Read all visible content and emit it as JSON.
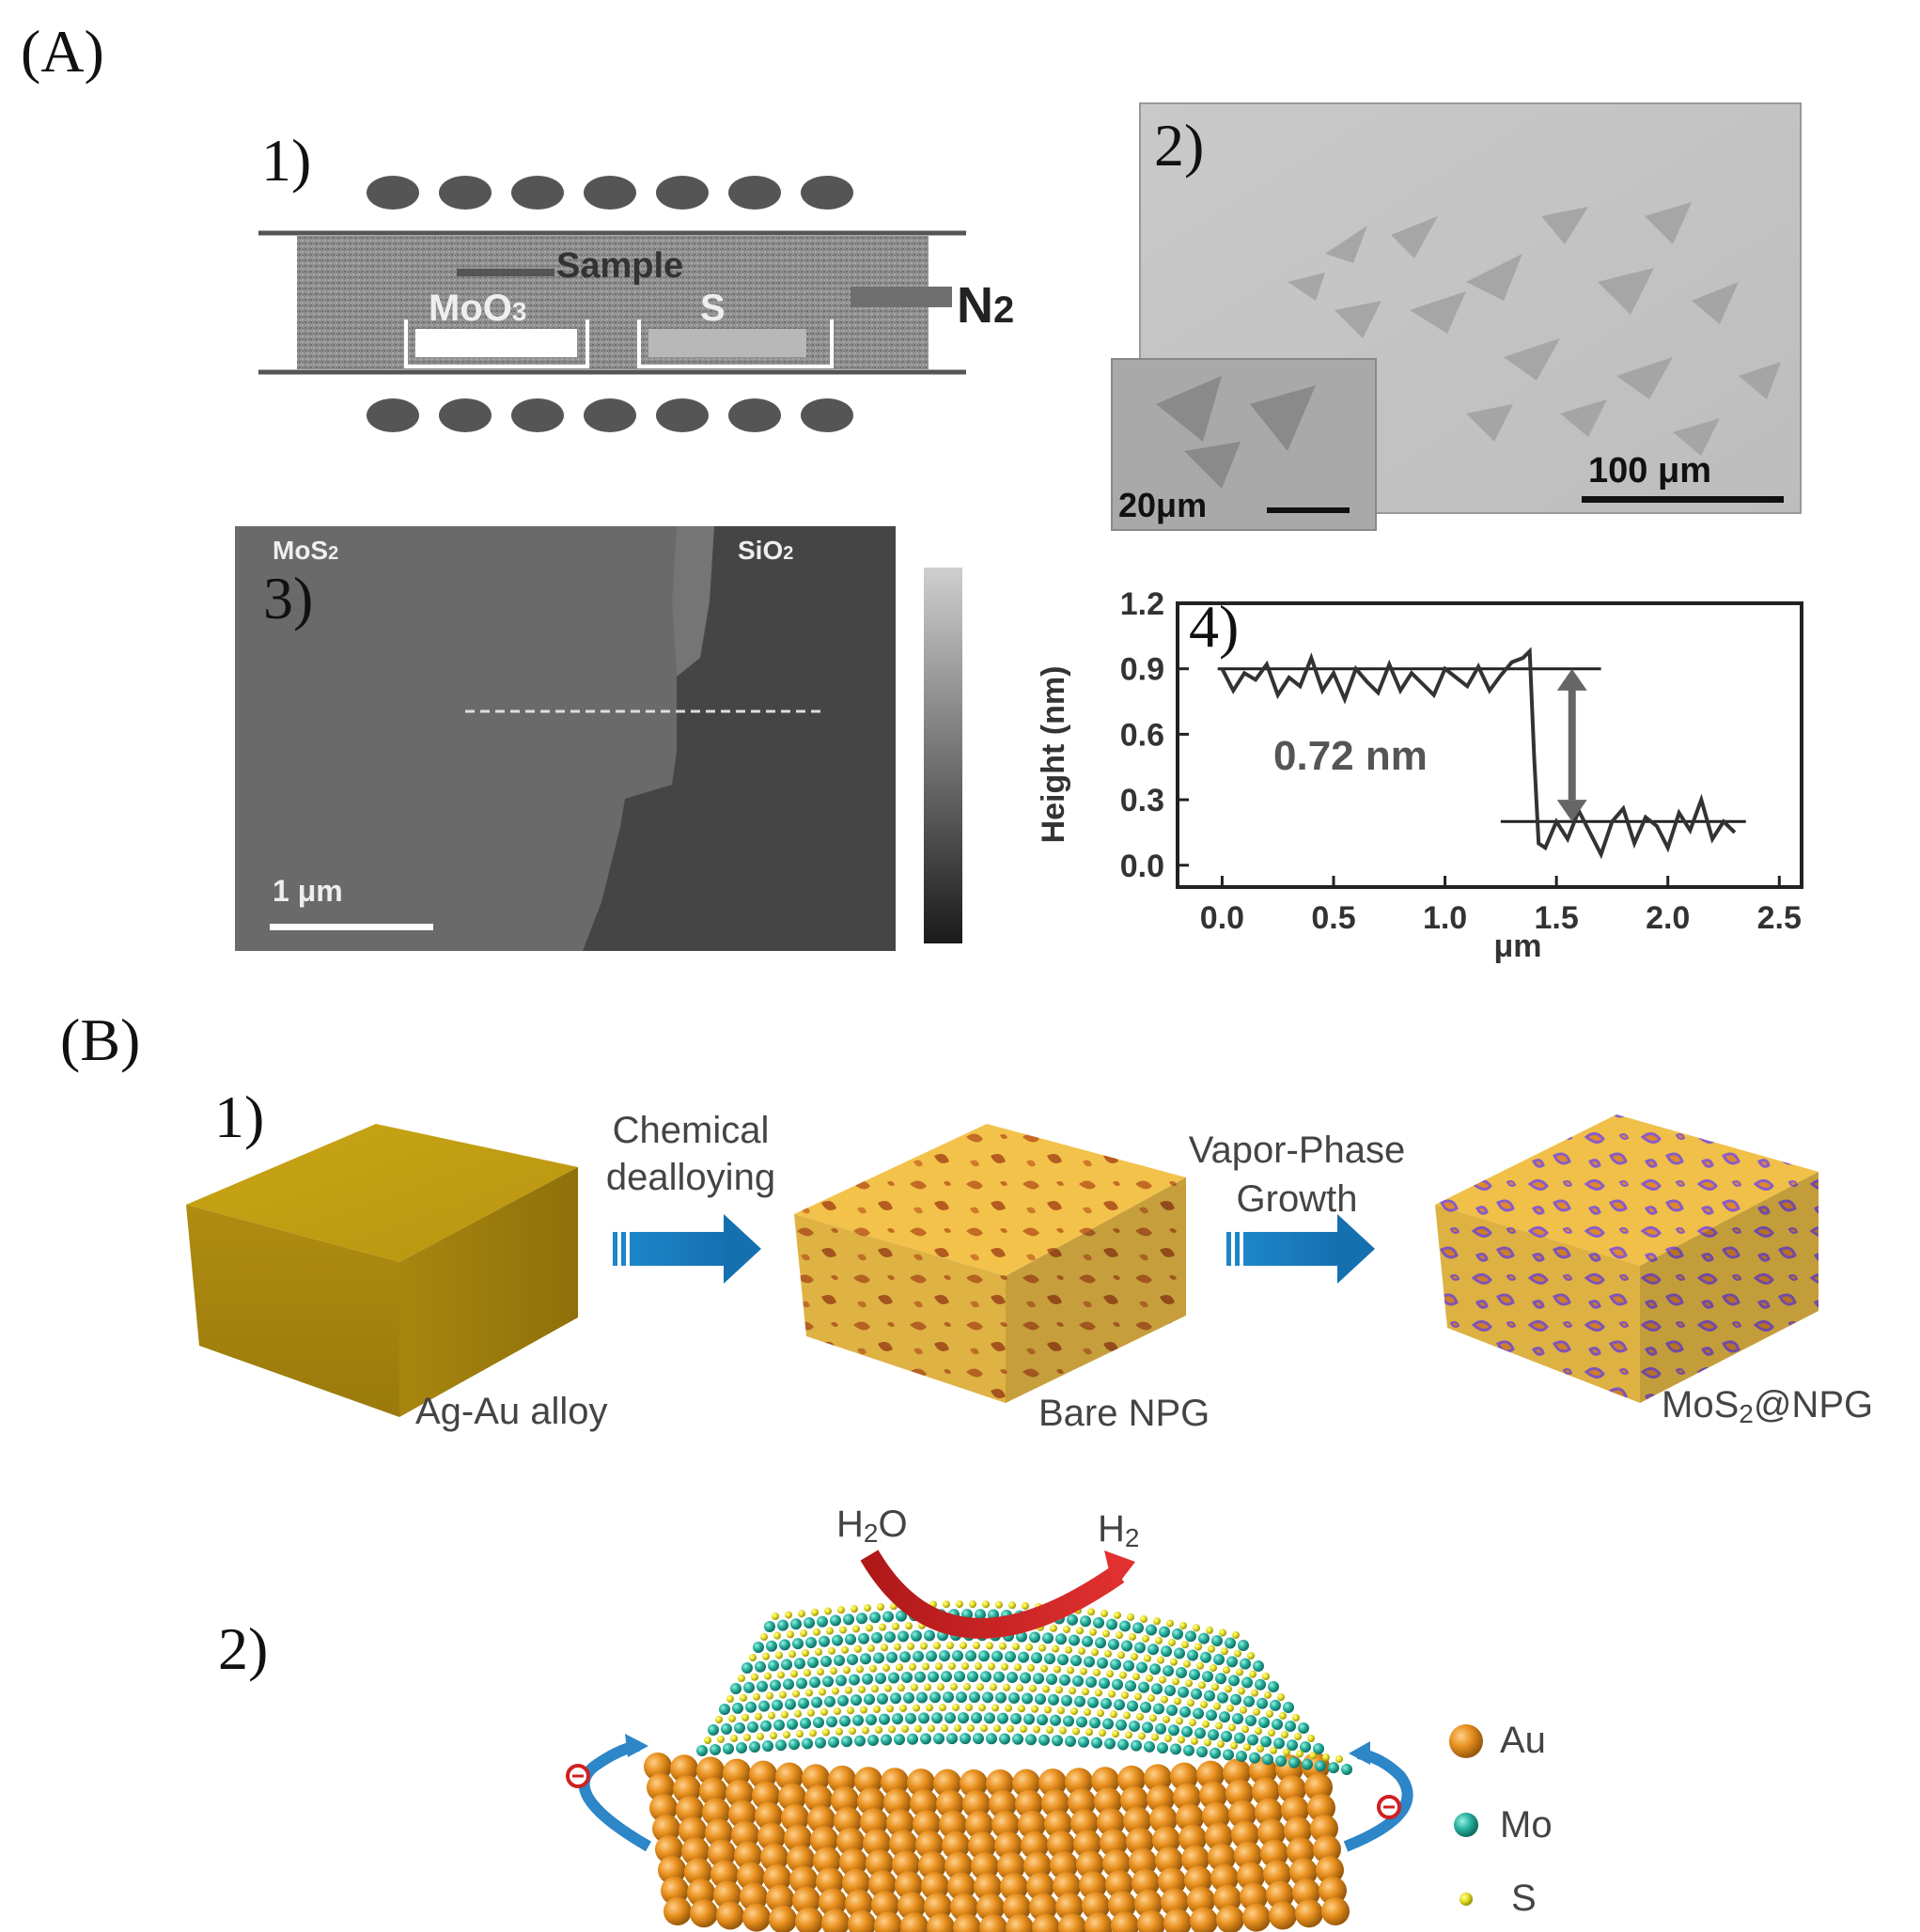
{
  "panelA": {
    "label": "(A)",
    "p1": {
      "label": "1)",
      "sample": "Sample",
      "moo3": "MoO",
      "moo3_sub": "3",
      "s": "S",
      "n2": "N",
      "n2_sub": "2"
    },
    "p2": {
      "label": "2)",
      "scalebar_main": "100 μm",
      "scalebar_inset": "20μm"
    },
    "p3": {
      "label": "3)",
      "left": "MoS",
      "left_sub": "2",
      "right": "SiO",
      "right_sub": "2",
      "scalebar": "1 μm"
    },
    "p4": {
      "label": "4)",
      "annotation": "0.72 nm"
    }
  },
  "chart_data": {
    "type": "line",
    "xlabel": "μm",
    "ylabel": "Height (nm)",
    "xlim": [
      -0.2,
      2.6
    ],
    "ylim": [
      -0.1,
      1.2
    ],
    "xticks": [
      "0.0",
      "0.5",
      "1.0",
      "1.5",
      "2.0",
      "2.5"
    ],
    "yticks": [
      "0.0",
      "0.3",
      "0.6",
      "0.9",
      "1.2"
    ],
    "grid": false,
    "reference_lines": [
      {
        "y": 0.9,
        "x": [
          -0.02,
          1.7
        ]
      },
      {
        "y": 0.2,
        "x": [
          1.25,
          2.35
        ]
      }
    ],
    "step_height_nm": 0.72,
    "series": [
      {
        "x": [
          0.0,
          0.05,
          0.1,
          0.15,
          0.2,
          0.25,
          0.3,
          0.35,
          0.4,
          0.45,
          0.5,
          0.55,
          0.6,
          0.65,
          0.7,
          0.75,
          0.8,
          0.85,
          0.9,
          0.95,
          1.0,
          1.05,
          1.1,
          1.15,
          1.2,
          1.25,
          1.3,
          1.35,
          1.38,
          1.4,
          1.42,
          1.45,
          1.5,
          1.55,
          1.6,
          1.65,
          1.7,
          1.75,
          1.8,
          1.85,
          1.9,
          1.95,
          2.0,
          2.05,
          2.1,
          2.15,
          2.2,
          2.25,
          2.3
        ],
        "values": [
          0.9,
          0.8,
          0.88,
          0.85,
          0.92,
          0.78,
          0.86,
          0.82,
          0.95,
          0.8,
          0.88,
          0.76,
          0.9,
          0.84,
          0.79,
          0.92,
          0.8,
          0.88,
          0.83,
          0.78,
          0.9,
          0.86,
          0.82,
          0.91,
          0.8,
          0.87,
          0.93,
          0.95,
          0.98,
          0.5,
          0.1,
          0.08,
          0.2,
          0.12,
          0.25,
          0.15,
          0.05,
          0.2,
          0.26,
          0.1,
          0.22,
          0.18,
          0.08,
          0.24,
          0.16,
          0.3,
          0.12,
          0.2,
          0.15
        ]
      }
    ]
  },
  "panelB": {
    "label": "(B)",
    "p1": {
      "label": "1)",
      "step1_line1": "Chemical",
      "step1_line2": "dealloying",
      "step2_line1": "Vapor-Phase",
      "step2_line2": "Growth",
      "cube1": "Ag-Au alloy",
      "cube2": "Bare NPG",
      "cube3_a": "MoS",
      "cube3_sub": "2",
      "cube3_b": "@NPG"
    },
    "p2": {
      "label": "2)",
      "h2o_a": "H",
      "h2o_sub": "2",
      "h2o_b": "O",
      "h2_a": "H",
      "h2_sub": "2",
      "legend": [
        {
          "label": "Au",
          "color": "#e8901e"
        },
        {
          "label": "Mo",
          "color": "#2ab3a0"
        },
        {
          "label": "S",
          "color": "#e8e020"
        }
      ]
    }
  }
}
